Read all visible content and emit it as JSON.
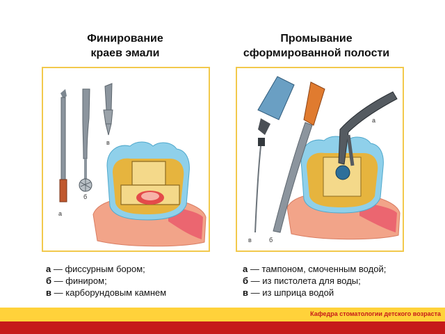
{
  "left_panel": {
    "heading_line1": "Финирование",
    "heading_line2": "краев эмали",
    "fig_labels": {
      "a": "а",
      "b": "б",
      "v": "в"
    },
    "legend": [
      {
        "key": "а",
        "text": "— фиссурным бором;"
      },
      {
        "key": "б",
        "text": "— финиром;"
      },
      {
        "key": "в",
        "text": "— карборундовым камнем"
      }
    ]
  },
  "right_panel": {
    "heading_line1": "Промывание",
    "heading_line2": "сформированной полости",
    "fig_labels": {
      "a": "а",
      "b": "б",
      "v": "в"
    },
    "legend": [
      {
        "key": "а",
        "text": "— тампоном, смоченным водой;"
      },
      {
        "key": "б",
        "text": "— из  пистолета для воды;"
      },
      {
        "key": "в",
        "text": "— из шприца  водой"
      }
    ]
  },
  "footer": {
    "text": "Кафедра стоматологии детского возраста"
  },
  "colors": {
    "frame": "#f2c94c",
    "footer_band": "#ffd23a",
    "footer_bottom": "#c61a1a",
    "footer_text": "#c61a1a"
  }
}
